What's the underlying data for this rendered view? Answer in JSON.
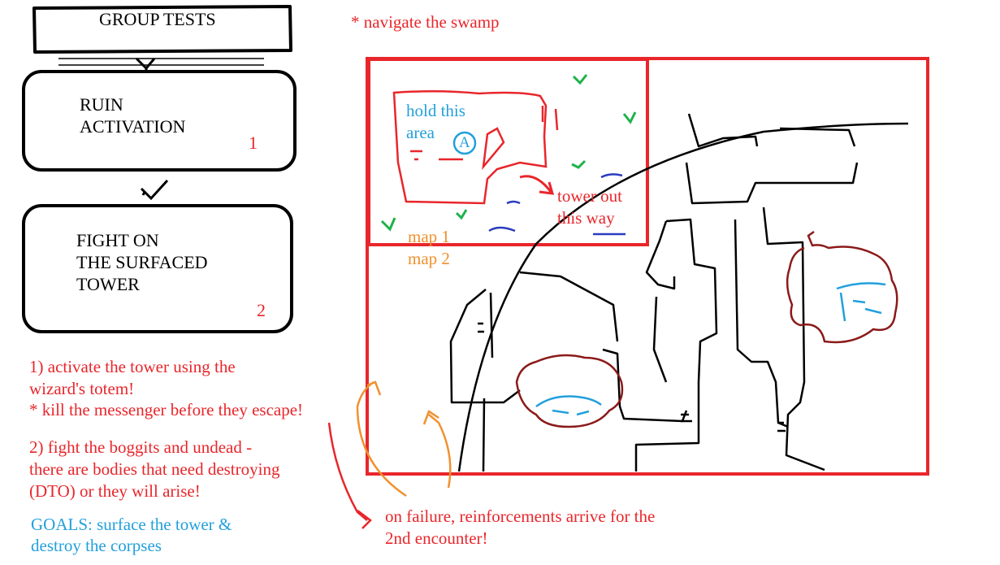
{
  "flow": {
    "group_tests": "GROUP TESTS",
    "ruin_activation_line1": "RUIN",
    "ruin_activation_line2": "ACTIVATION",
    "ruin_number": "1",
    "fight_line1": "FIGHT ON",
    "fight_line2": "THE SURFACED",
    "fight_line3": "TOWER",
    "fight_number": "2"
  },
  "notes": {
    "step1_line1": "1) activate the tower using the",
    "step1_line2": "wizard's totem!",
    "step1_line3": "* kill the messenger before they escape!",
    "step2_line1": "2) fight the boggits and undead -",
    "step2_line2": "there are bodies that need destroying",
    "step2_line3": "(DTO) or they will arise!",
    "goals_line1": "GOALS: surface the tower &",
    "goals_line2": "destroy the corpses",
    "swamp": "* navigate the swamp",
    "failure_line1": "on failure, reinforcements arrive for the",
    "failure_line2": "2nd encounter!"
  },
  "map": {
    "hold_line1": "hold this",
    "hold_line2": "area",
    "marker": "A",
    "tower_line1": "tower out",
    "tower_line2": "this way",
    "map1": "map 1",
    "map2": "map 2"
  },
  "colors": {
    "red": "#e8262b",
    "blue": "#22a0dc",
    "orange": "#f0912e",
    "maroon": "#8b1a1a",
    "green": "#1db24a",
    "navy": "#2a3bbf"
  }
}
